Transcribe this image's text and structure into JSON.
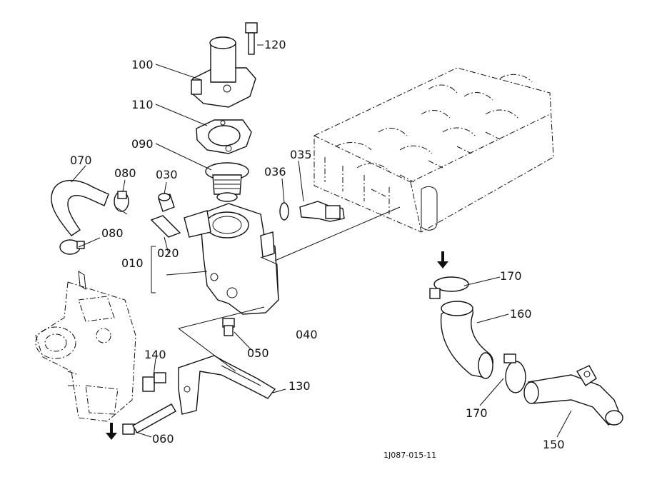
{
  "diagram": {
    "labels": {
      "p120": "120",
      "p100": "100",
      "p110": "110",
      "p090": "090",
      "p070": "070",
      "p080a": "080",
      "p030": "030",
      "p036": "036",
      "p035": "035",
      "p080b": "080",
      "p020": "020",
      "p010": "010",
      "p050": "050",
      "p040": "040",
      "p140": "140",
      "p130": "130",
      "p060": "060",
      "p170a": "170",
      "p160": "160",
      "p170b": "170",
      "p150": "150"
    },
    "figure_code": "1J087-015-11"
  }
}
